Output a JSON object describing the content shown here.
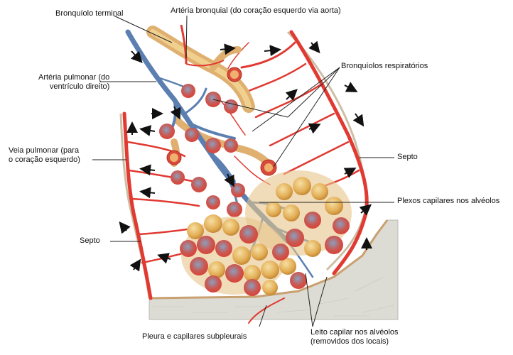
{
  "labels": {
    "terminal_bronchiole": "Bronquíolo terminal",
    "bronchial_artery": "Artéria bronquial (do coração esquerdo via aorta)",
    "pulmonary_artery_line1": "Artéria pulmonar (do",
    "pulmonary_artery_line2": "ventrículo direito)",
    "respiratory_bronchioles": "Bronquíolos respiratórios",
    "pulmonary_vein_line1": "Veia pulmonar (para",
    "pulmonary_vein_line2": "o coração esquerdo)",
    "septum_right": "Septo",
    "alveolar_capillary_plexus": "Plexos capilares nos alvéolos",
    "septum_left": "Septo",
    "pleura_subpleural_capillaries": "Pleura e capilares subpleurais",
    "alveolar_capillary_bed_line1": "Leito capilar nos alvéolos",
    "alveolar_capillary_bed_line2": "(removidos dos locais)"
  },
  "colors": {
    "artery_blue": "#5b7fb0",
    "vessel_red": "#e03a32",
    "alveolus_yellow": "#e8b85a",
    "bronchiole_tan": "#e0b070",
    "pleura_gray": "#d8d8d0",
    "leader_line": "#222222"
  }
}
